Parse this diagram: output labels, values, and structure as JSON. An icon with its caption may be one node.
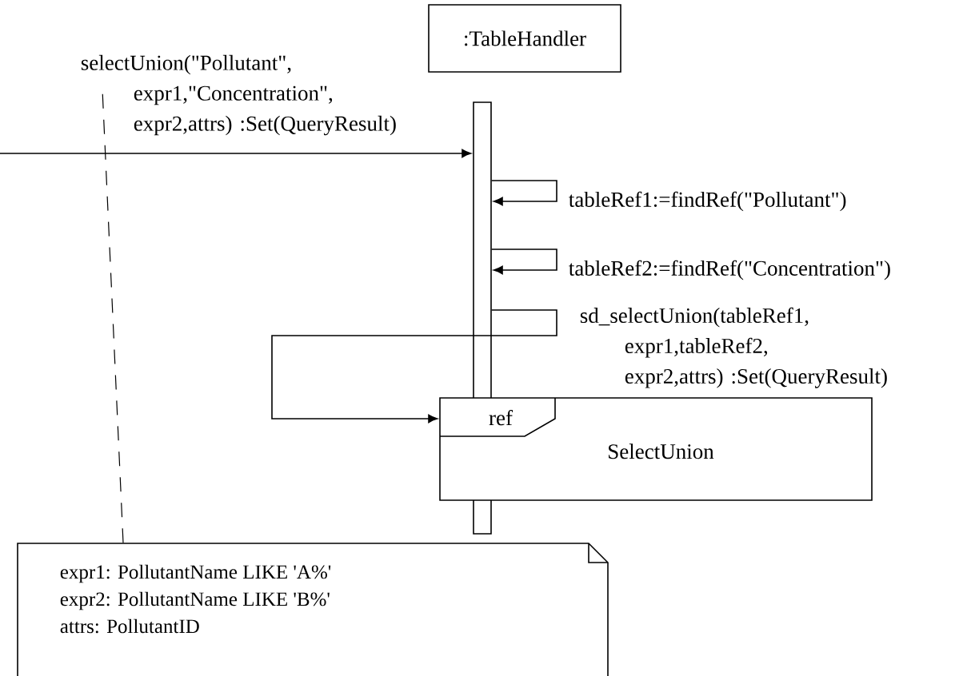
{
  "diagram": {
    "nodes": [
      {
        "text": [
          ":TableHandler"
        ]
      },
      {
        "text": [],
        "shape": "bar"
      },
      {
        "text": [
          "ref",
          "SelectUnion"
        ]
      },
      {
        "text": [
          "expr1: PollutantName LIKE 'A%'",
          "expr2: PollutantName LIKE 'B%'",
          "attrs: PollutantID"
        ]
      },
      {
        "text": [
          "selectUnion(\"Pollutant\", expr1,\"Concentration\", expr2,attrs) :Set(QueryResult)"
        ]
      }
    ],
    "edges": [
      {
        "from": null,
        "to": 1,
        "arrow": "to"
      },
      {
        "from": 1,
        "to": 1,
        "arrow": "to",
        "label": "tableRef1:=findRef(\"Pollutant\")"
      },
      {
        "from": 1,
        "to": 1,
        "arrow": "to",
        "label": "tableRef2:=findRef(\"Concentration\")"
      },
      {
        "from": 1,
        "to": 2,
        "arrow": "to",
        "label": "sd_selectUnion(tableRef1, expr1,tableRef2, expr2,attrs) :Set(QueryResult)"
      },
      {
        "from": 3,
        "to": 4,
        "arrow": "none",
        "style": "dashed"
      }
    ]
  }
}
